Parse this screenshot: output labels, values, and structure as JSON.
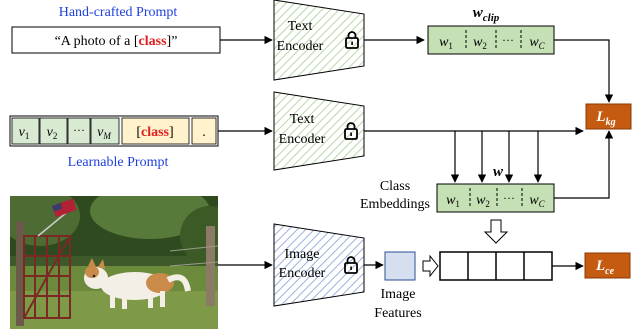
{
  "hand_crafted": {
    "title": "Hand-crafted Prompt",
    "prompt_prefix": "“A photo of a [",
    "prompt_class": "class",
    "prompt_suffix": "]”"
  },
  "learnable": {
    "title": "Learnable Prompt",
    "tokens": [
      {
        "base": "v",
        "sub": "1"
      },
      {
        "base": "v",
        "sub": "2"
      },
      {
        "base": "···",
        "sub": ""
      },
      {
        "base": "v",
        "sub": "M"
      }
    ],
    "class_prefix": "[",
    "class_word": "class",
    "class_suffix": "]",
    "end_token": "."
  },
  "text_encoder": {
    "line1": "Text",
    "line2": "Encoder"
  },
  "image_encoder": {
    "line1": "Image",
    "line2": "Encoder"
  },
  "w_clip": {
    "label_base": "w",
    "label_sub": "clip",
    "cells": [
      {
        "base": "w",
        "sub": "1"
      },
      {
        "base": "w",
        "sub": "2"
      },
      {
        "base": "···",
        "sub": ""
      },
      {
        "base": "w",
        "sub": "C"
      }
    ]
  },
  "w_learned": {
    "label": "w",
    "cells": [
      {
        "base": "w",
        "sub": "1"
      },
      {
        "base": "w",
        "sub": "2"
      },
      {
        "base": "···",
        "sub": ""
      },
      {
        "base": "w",
        "sub": "C"
      }
    ]
  },
  "class_embeddings": {
    "line1": "Class",
    "line2": "Embeddings"
  },
  "image_features": {
    "line1": "Image",
    "line2": "Features"
  },
  "loss_kg": {
    "base": "L",
    "sub": "kg"
  },
  "loss_ce": {
    "base": "L",
    "sub": "ce"
  },
  "colors": {
    "green_cell": "#c5e0b4",
    "green_hatch": "#d9ead3",
    "blue_hatch": "#b4c7e7",
    "feature_box": "#d6dff0",
    "loss": "#c55a11",
    "title_blue": "#1f3fdc",
    "class_red": "#e02020",
    "prompt_fill": "#fff2cc"
  },
  "photo": {
    "subject": "dog-by-gate-photo"
  }
}
